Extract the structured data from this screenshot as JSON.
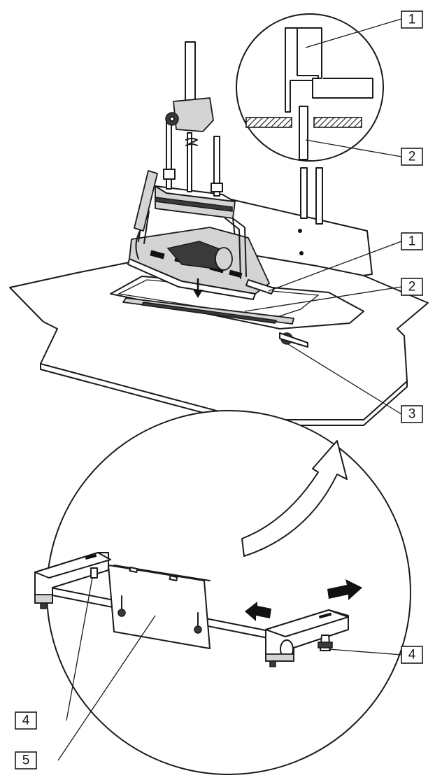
{
  "callouts": {
    "detail_top_1": "1",
    "detail_top_2": "2",
    "main_1": "1",
    "main_2": "2",
    "main_3": "3",
    "bracket_4_right": "4",
    "bracket_4_left": "4",
    "plate_5": "5"
  },
  "colors": {
    "line": "#1a1a1a",
    "shade": "#d4d4d4",
    "background": "#ffffff"
  },
  "icons": [
    "arrow-down-icon",
    "curved-arrow-icon",
    "arrow-left-icon",
    "arrow-right-icon"
  ]
}
